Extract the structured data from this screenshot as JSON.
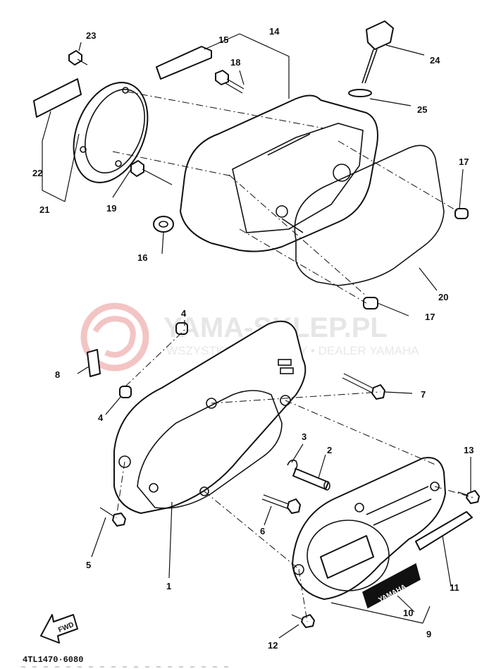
{
  "watermark": {
    "title": "YAMA-SKLEP.PL",
    "subtitle": "WSZYSTKO DO YAMAHY • DEALER YAMAHA",
    "accent_color": "#e57373"
  },
  "diagram_code": "4TL1470·6080",
  "fwd_label": "FWD",
  "badge_text": "YAMAHA",
  "callouts": {
    "c1": "1",
    "c2": "2",
    "c3": "3",
    "c4a": "4",
    "c4b": "4",
    "c5": "5",
    "c6": "6",
    "c7": "7",
    "c8": "8",
    "c9": "9",
    "c10": "10",
    "c11": "11",
    "c12": "12",
    "c13": "13",
    "c14": "14",
    "c15": "15",
    "c16": "16",
    "c17a": "17",
    "c17b": "17",
    "c18": "18",
    "c19": "19",
    "c20": "20",
    "c21": "21",
    "c22": "22",
    "c23": "23",
    "c24": "24",
    "c25": "25"
  }
}
